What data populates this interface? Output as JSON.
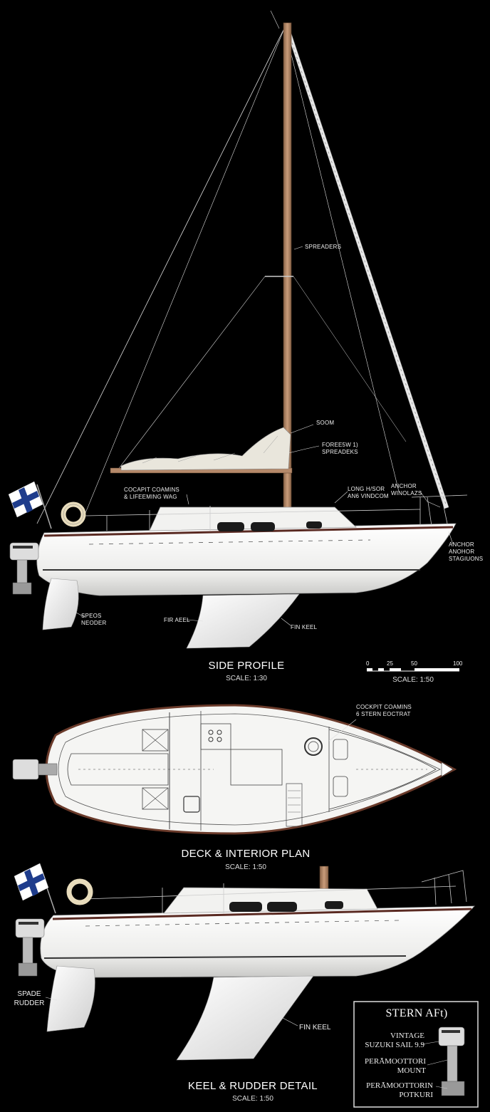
{
  "side_profile": {
    "title": "SIDE PROFILE",
    "scale": "SCALE: 1:30",
    "labels": {
      "spreaders": "SPREADERS",
      "boom": "SOOM",
      "forestay": "FOREE5W 1)\nSPREADEKS",
      "cockpit": "COCAPIT COAMINS\n& LIFEEMING WAG",
      "long_visor": "LONG H/SOR\nAN6 VINDCOM",
      "anchor_windlass": "ANCHOR\nWINOLAZS",
      "anchor_stations": "ANCHOR\nANOHOR\nSTAGIUONS",
      "spade_rudder": "SPEOS\nNEODER",
      "fin_keel_left": "FIR AEEL",
      "fin_keel_right": "FIN KEEL"
    }
  },
  "scale_bar": {
    "ticks": [
      "0",
      "25",
      "50",
      "100"
    ],
    "caption": "SCALE: 1:50"
  },
  "deck_plan": {
    "title": "DECK & INTERIOR PLAN",
    "scale": "SCALE: 1:50",
    "labels": {
      "cockpit": "COCKPIT COAMINS\n6 STERN EOCTRAT"
    }
  },
  "keel_detail": {
    "title": "KEEL & RUDDER DETAIL",
    "scale": "SCALE: 1:50",
    "labels": {
      "spade_rudder": "SPADE\nRUDDER",
      "fin_keel": "FIN KEEL"
    }
  },
  "stern_inset": {
    "title": "STERN AFt)",
    "labels": {
      "vintage": "VINTAGE\nSUZUKI SAIL 9.9",
      "mount": "PERĀMOOTTORI\nMOUNT",
      "potkuri": "PERĀMOOTTORIN\nPOTKURI"
    }
  },
  "colors": {
    "background": "#000000",
    "hull": "#f4f4f2",
    "mast": "#b5896a",
    "flag_blue": "#1e3c8c"
  }
}
